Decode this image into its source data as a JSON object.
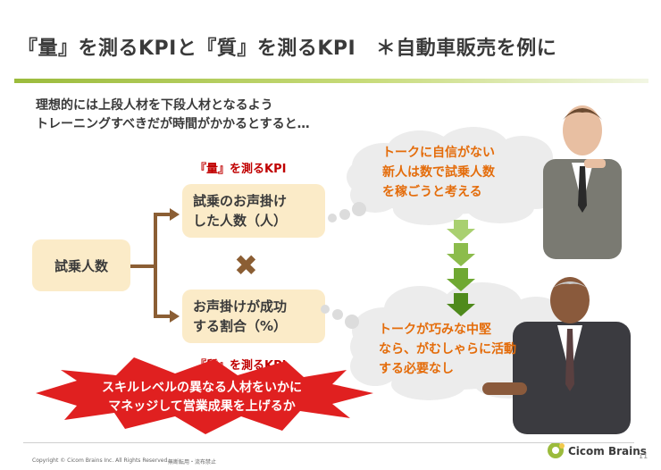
{
  "title": "『量』を測るKPIと『質』を測るKPI　＊自動車販売を例に",
  "intro": {
    "line1": "理想的には上段人材を下段人材となるよう",
    "line2": "トレーニングすべきだが時間がかかるとすると…"
  },
  "diagram": {
    "left_box": "試乗人数",
    "top_label": "『量』を測るKPI",
    "top_box": [
      "試乗のお声掛け",
      "した人数（人）"
    ],
    "multiply_symbol": "✖",
    "bottom_box": [
      "お声掛けが成功",
      "する割合（%）"
    ],
    "bottom_label": "『質』を測るKPI"
  },
  "thoughts": {
    "top": [
      "トークに自信がない",
      "新人は数で試乗人数",
      "を稼ごうと考える"
    ],
    "bottom": [
      "トークが巧みな中堅",
      "なら、がむしゃらに活動",
      "する必要なし"
    ]
  },
  "callout": [
    "スキルレベルの異なる人材をいかに",
    "マネッジして営業成果を上げるか"
  ],
  "footer": {
    "copyright": "Copyright © Cicom Brains Inc. All Rights Reserved.",
    "notice": "無断転用・流布禁止",
    "page_number": "11",
    "brand": "Cicom Brains"
  },
  "colors": {
    "accent_green": "#9bbb3c",
    "kpi_red": "#c00000",
    "thought_orange": "#e46c0a",
    "arrow_green": "#5a9a1f",
    "box_fill": "#fbebc8",
    "connector_brown": "#8b5e34",
    "burst_red": "#e02020"
  }
}
